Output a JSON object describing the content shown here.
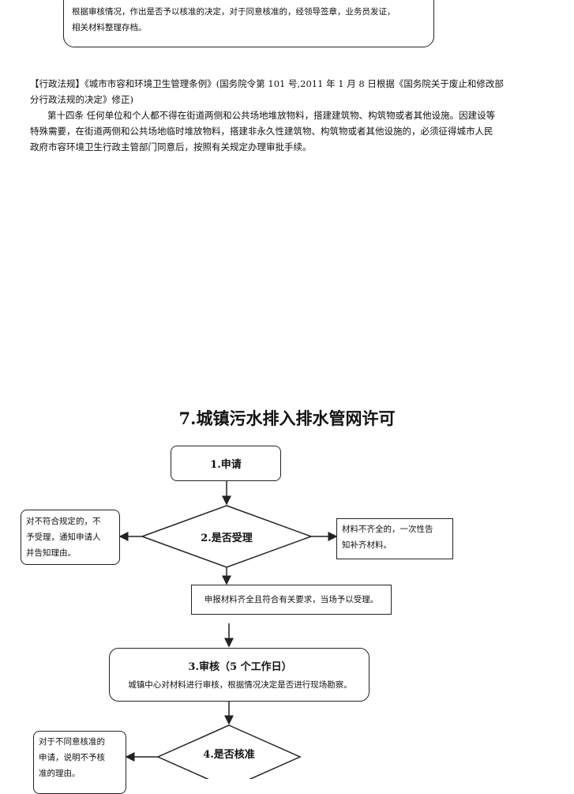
{
  "top_box": {
    "line1": "根据审核情况，作出是否予以核准的决定，对于同意核准的，经领导签章，业务员发证，",
    "line2": "相关材料整理存档。"
  },
  "regulation": {
    "line1": "【行政法规】《城市市容和环境卫生管理条例》(国务院令第 101 号,2011 年 1 月 8 日根据《国务院关于废止和修改部",
    "line2": "分行政法规的决定》修正)",
    "line3": "第十四条 任何单位和个人都不得在街道两侧和公共场地堆放物料，搭建建筑物、构筑物或者其他设施。因建设等",
    "line4": "特殊需要，在街道两侧和公共场地临时堆放物料，搭建非永久性建筑物、构筑物或者其他设施的，必须征得城市人民",
    "line5": "政府市容环境卫生行政主管部门同意后，按照有关规定办理审批手续。"
  },
  "flowchart": {
    "title": "7.城镇污水排入排水管网许可",
    "step1": "1.申请",
    "step2": "2.是否受理",
    "reject_left": [
      "对不符合规定的，不",
      "予受理，通知申请人",
      "并告知理由。"
    ],
    "incomplete_right": [
      "材料不齐全的，一次性告",
      "知补齐材料。"
    ],
    "accept": "申报材料齐全且符合有关要求，当场予以受理。",
    "step3_title": "3.审核（5 个工作日）",
    "step3_desc": "城镇中心对材料进行审核，根据情况决定是否进行现场勘察。",
    "step4": "4.是否核准",
    "reject_bottom": [
      "对于不同意核准的",
      "申请，说明不予核",
      "准的理由。"
    ]
  }
}
